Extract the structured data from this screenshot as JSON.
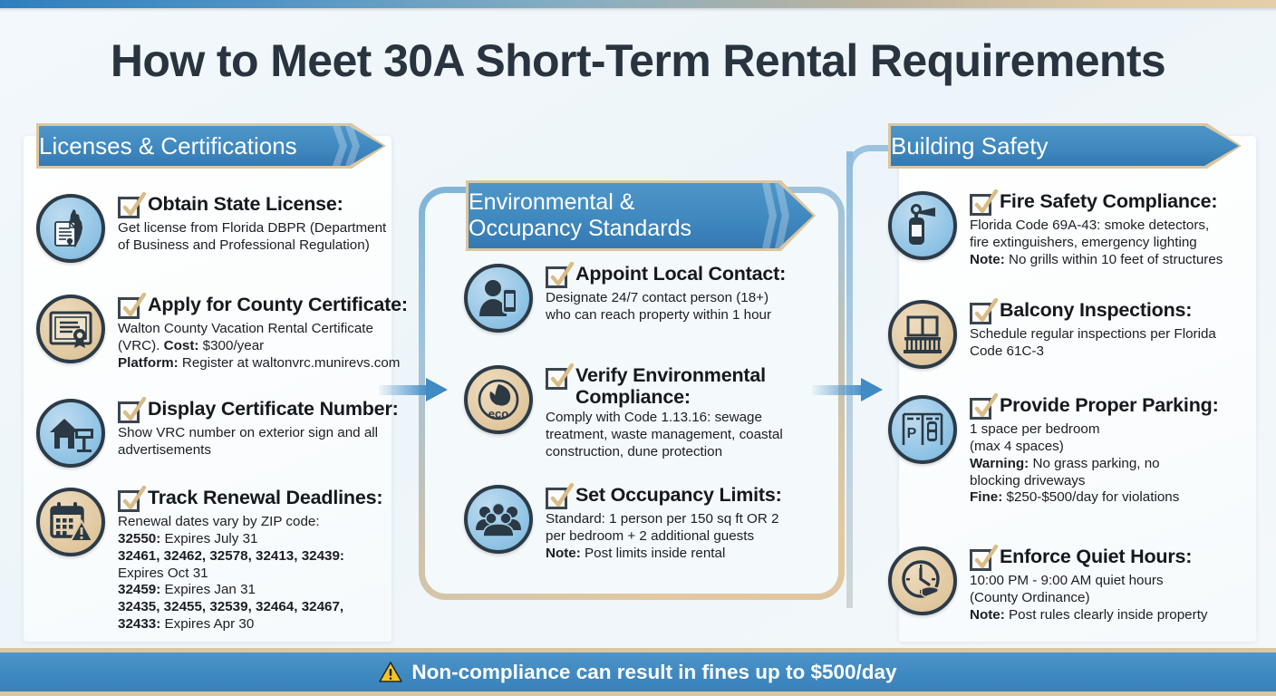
{
  "page": {
    "title": "How to Meet 30A Short-Term Rental Requirements",
    "accent_blue": "#3f89c0",
    "accent_tan": "#dcc69f",
    "title_color": "#293440"
  },
  "sections": [
    {
      "id": "licenses",
      "banner": "Licenses & Certifications"
    },
    {
      "id": "environmental",
      "banner_line1": "Environmental &",
      "banner_line2": "Occupancy Standards"
    },
    {
      "id": "building",
      "banner": "Building Safety"
    }
  ],
  "items": {
    "obtain_state_license": {
      "icon": "florida-document-icon",
      "title": "Obtain State License:",
      "body_line1": "Get license from Florida DBPR (Department",
      "body_line2": "of Business and Professional Regulation)"
    },
    "apply_county_certificate": {
      "icon": "certificate-seal-icon",
      "title": "Apply for County Certificate:",
      "body_line1": "Walton County Vacation Rental Certificate",
      "body_line2_pre": "(VRC). ",
      "body_line2_label": "Cost:",
      "body_line2_post": " $300/year",
      "body_line3_label": "Platform:",
      "body_line3_post": " Register at waltonvrc.munirevs.com"
    },
    "display_certificate_number": {
      "icon": "house-sign-icon",
      "title": "Display Certificate Number:",
      "body_line1": "Show VRC number on exterior sign and all",
      "body_line2": "advertisements"
    },
    "track_renewal_deadlines": {
      "icon": "calendar-alert-icon",
      "title": "Track Renewal Deadlines:",
      "body_intro": "Renewal dates vary by ZIP code:",
      "zips": [
        {
          "codes": "32550:",
          "expires": " Expires July 31"
        },
        {
          "codes": "32461, 32462, 32578, 32413, 32439:",
          "expires": "Expires Oct 31"
        },
        {
          "codes": "32459:",
          "expires": " Expires Jan 31"
        },
        {
          "codes": "32435, 32455, 32539, 32464, 32467,",
          "expires": ""
        },
        {
          "codes": "32433:",
          "expires": " Expires Apr 30"
        }
      ]
    },
    "appoint_local_contact": {
      "icon": "person-phone-icon",
      "title": "Appoint Local Contact:",
      "body_line1": "Designate 24/7 contact person (18+)",
      "body_line2": "who can reach property within 1 hour"
    },
    "verify_environmental_compliance": {
      "icon": "eco-leaf-icon",
      "title_line1": "Verify Environmental",
      "title_line2": "Compliance:",
      "body_line1": "Comply with Code 1.13.16: sewage",
      "body_line2": "treatment, waste management, coastal",
      "body_line3": "construction, dune protection"
    },
    "set_occupancy_limits": {
      "icon": "people-group-icon",
      "title": "Set Occupancy Limits:",
      "body_line1": "Standard: 1 person per 150 sq ft OR 2",
      "body_line2": "per bedroom + 2 additional guests",
      "note_label": "Note:",
      "note_text": " Post limits inside rental"
    },
    "fire_safety_compliance": {
      "icon": "fire-extinguisher-icon",
      "title": "Fire Safety Compliance:",
      "body_line1": "Florida Code 69A-43: smoke detectors,",
      "body_line2": "fire extinguishers, emergency lighting",
      "note_label": "Note:",
      "note_text": " No grills within 10 feet of structures"
    },
    "balcony_inspections": {
      "icon": "balcony-railing-icon",
      "title": "Balcony Inspections:",
      "body_line1": "Schedule regular inspections per Florida",
      "body_line2": "Code 61C-3"
    },
    "provide_proper_parking": {
      "icon": "parking-car-icon",
      "title": "Provide Proper Parking:",
      "body_line1": "1 space per bedroom",
      "body_line2": "(max 4 spaces)",
      "warning_label": "Warning:",
      "warning_text": " No grass parking, no",
      "warning_text2": "blocking driveways",
      "fine_label": "Fine:",
      "fine_text": " $250-$500/day for violations"
    },
    "enforce_quiet_hours": {
      "icon": "clock-hand-icon",
      "title": "Enforce Quiet Hours:",
      "body_line1": "10:00 PM - 9:00 AM quiet hours",
      "body_line2": "(County Ordinance)",
      "note_label": "Note:",
      "note_text": " Post rules clearly inside property"
    }
  },
  "footer": {
    "icon": "warning-triangle-icon",
    "text": "Non-compliance can result in fines up to $500/day"
  }
}
